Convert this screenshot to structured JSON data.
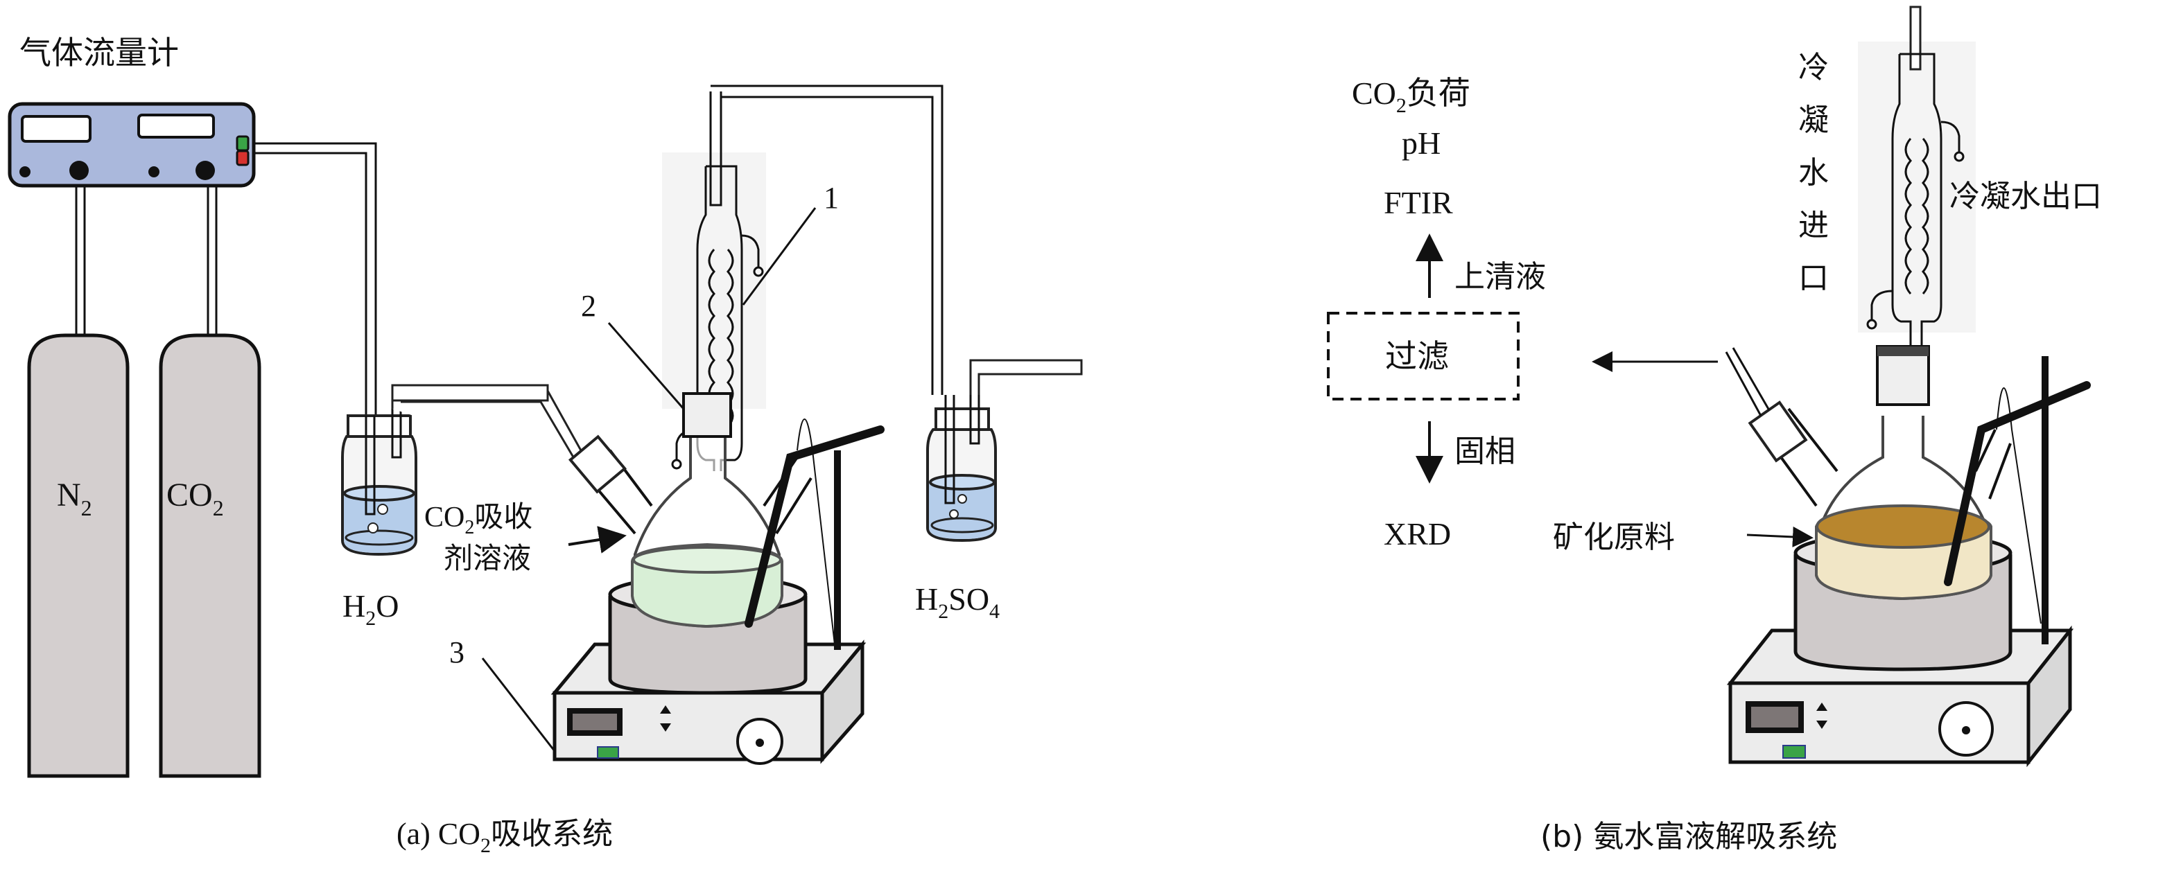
{
  "figure": {
    "panel_a": {
      "caption_prefix": "(a) CO",
      "caption_sub": "2",
      "caption_suffix": "吸收系统",
      "flowmeter_label": "气体流量计",
      "cylinders": [
        {
          "main": "N",
          "sub": "2"
        },
        {
          "main": "CO",
          "sub": "2"
        }
      ],
      "h2o_bottle": {
        "main1": "H",
        "sub": "2",
        "main2": "O"
      },
      "h2so4_bottle": {
        "main1": "H",
        "sub1": "2",
        "main2": "SO",
        "sub2": "4"
      },
      "absorbent_label": {
        "line1_prefix": "CO",
        "line1_sub": "2",
        "line1_suffix": "吸收",
        "line2": "剂溶液"
      },
      "callouts": [
        "1",
        "2",
        "3"
      ],
      "liquid_color": "#d8efd6",
      "water_color": "#a9c6e8"
    },
    "panel_b": {
      "caption": "(b) 氨水富液解吸系统",
      "analysis_top": {
        "line1_prefix": "CO",
        "line1_sub": "2",
        "line1_suffix": "负荷",
        "line2": "pH",
        "line3": "FTIR"
      },
      "supernatant_label": "上清液",
      "filter_label": "过滤",
      "solid_label": "固相",
      "xrd_label": "XRD",
      "condenser_inlet_label": [
        "冷",
        "凝",
        "水",
        "进",
        "口"
      ],
      "condenser_outlet_label": "冷凝水出口",
      "material_label": "矿化原料",
      "slurry_color": "#b8862e"
    },
    "colors": {
      "flowmeter": "#aab8dc",
      "cylinder": "#d4cfcf",
      "bath": "#cfcaca",
      "stirrer": "#ececec",
      "led_green": "#3aa346",
      "led_red": "#d6322e",
      "display": "#7d7676"
    }
  }
}
